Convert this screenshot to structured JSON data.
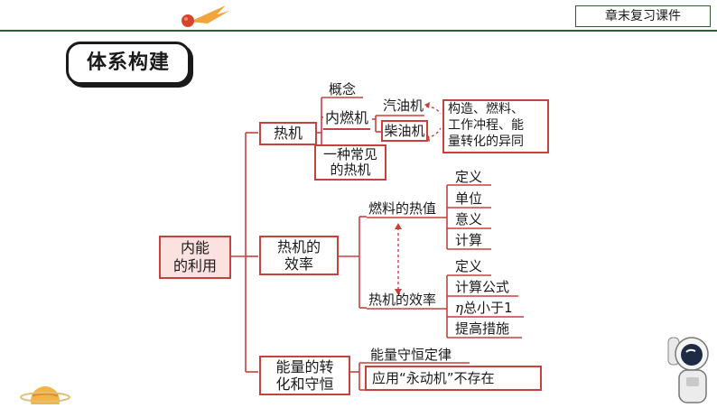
{
  "header": {
    "badge": "章末复习课件"
  },
  "section_title": "体系构建",
  "map": {
    "root": [
      "内能",
      "的利用"
    ],
    "heat_engine": "热机",
    "concept": "概念",
    "ice": "内燃机",
    "petrol": "汽油机",
    "diesel": "柴油机",
    "compare": [
      "构造、燃料、",
      "工作冲程、能",
      "量转化的异同"
    ],
    "common": [
      "一种常见",
      "的热机"
    ],
    "efficiency_branch": [
      "热机的",
      "效率"
    ],
    "fuel_heat": "燃料的热值",
    "fuel_items": [
      "定义",
      "单位",
      "意义",
      "计算"
    ],
    "engine_eff": "热机的效率",
    "eff_items": [
      "定义",
      "计算公式",
      "总小于1",
      "提高措施"
    ],
    "eta": "η",
    "energy_branch": [
      "能量的转",
      "化和守恒"
    ],
    "law": "能量守恒定律",
    "apply": "应用“永动机”不存在"
  }
}
